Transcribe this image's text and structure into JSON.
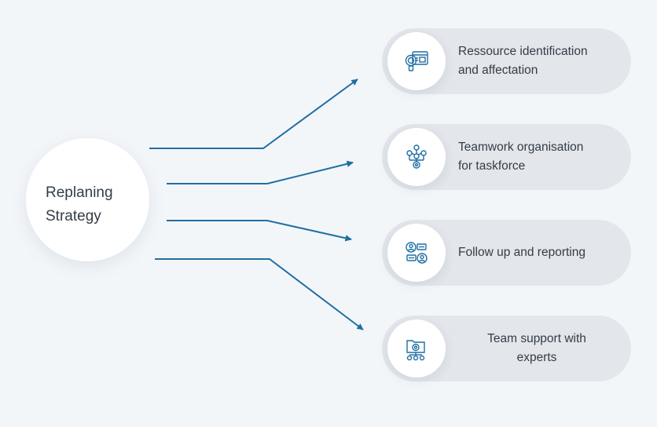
{
  "center": {
    "line1": "Replaning",
    "line2": "Strategy"
  },
  "items": [
    {
      "line1": "Ressource identification",
      "line2": "and affectation",
      "icon": "magnifier-document-icon"
    },
    {
      "line1": "Teamwork organisation",
      "line2": "for taskforce",
      "icon": "team-network-icon"
    },
    {
      "line1": "Follow up and reporting",
      "line2": "",
      "icon": "people-chat-icon"
    },
    {
      "line1": "Team support with",
      "line2": "experts",
      "icon": "folder-team-icon"
    }
  ],
  "colors": {
    "arrow": "#1f6fa3",
    "icon": "#1f6fa3",
    "card": "#e3e6eb",
    "background": "#f3f6f9"
  }
}
